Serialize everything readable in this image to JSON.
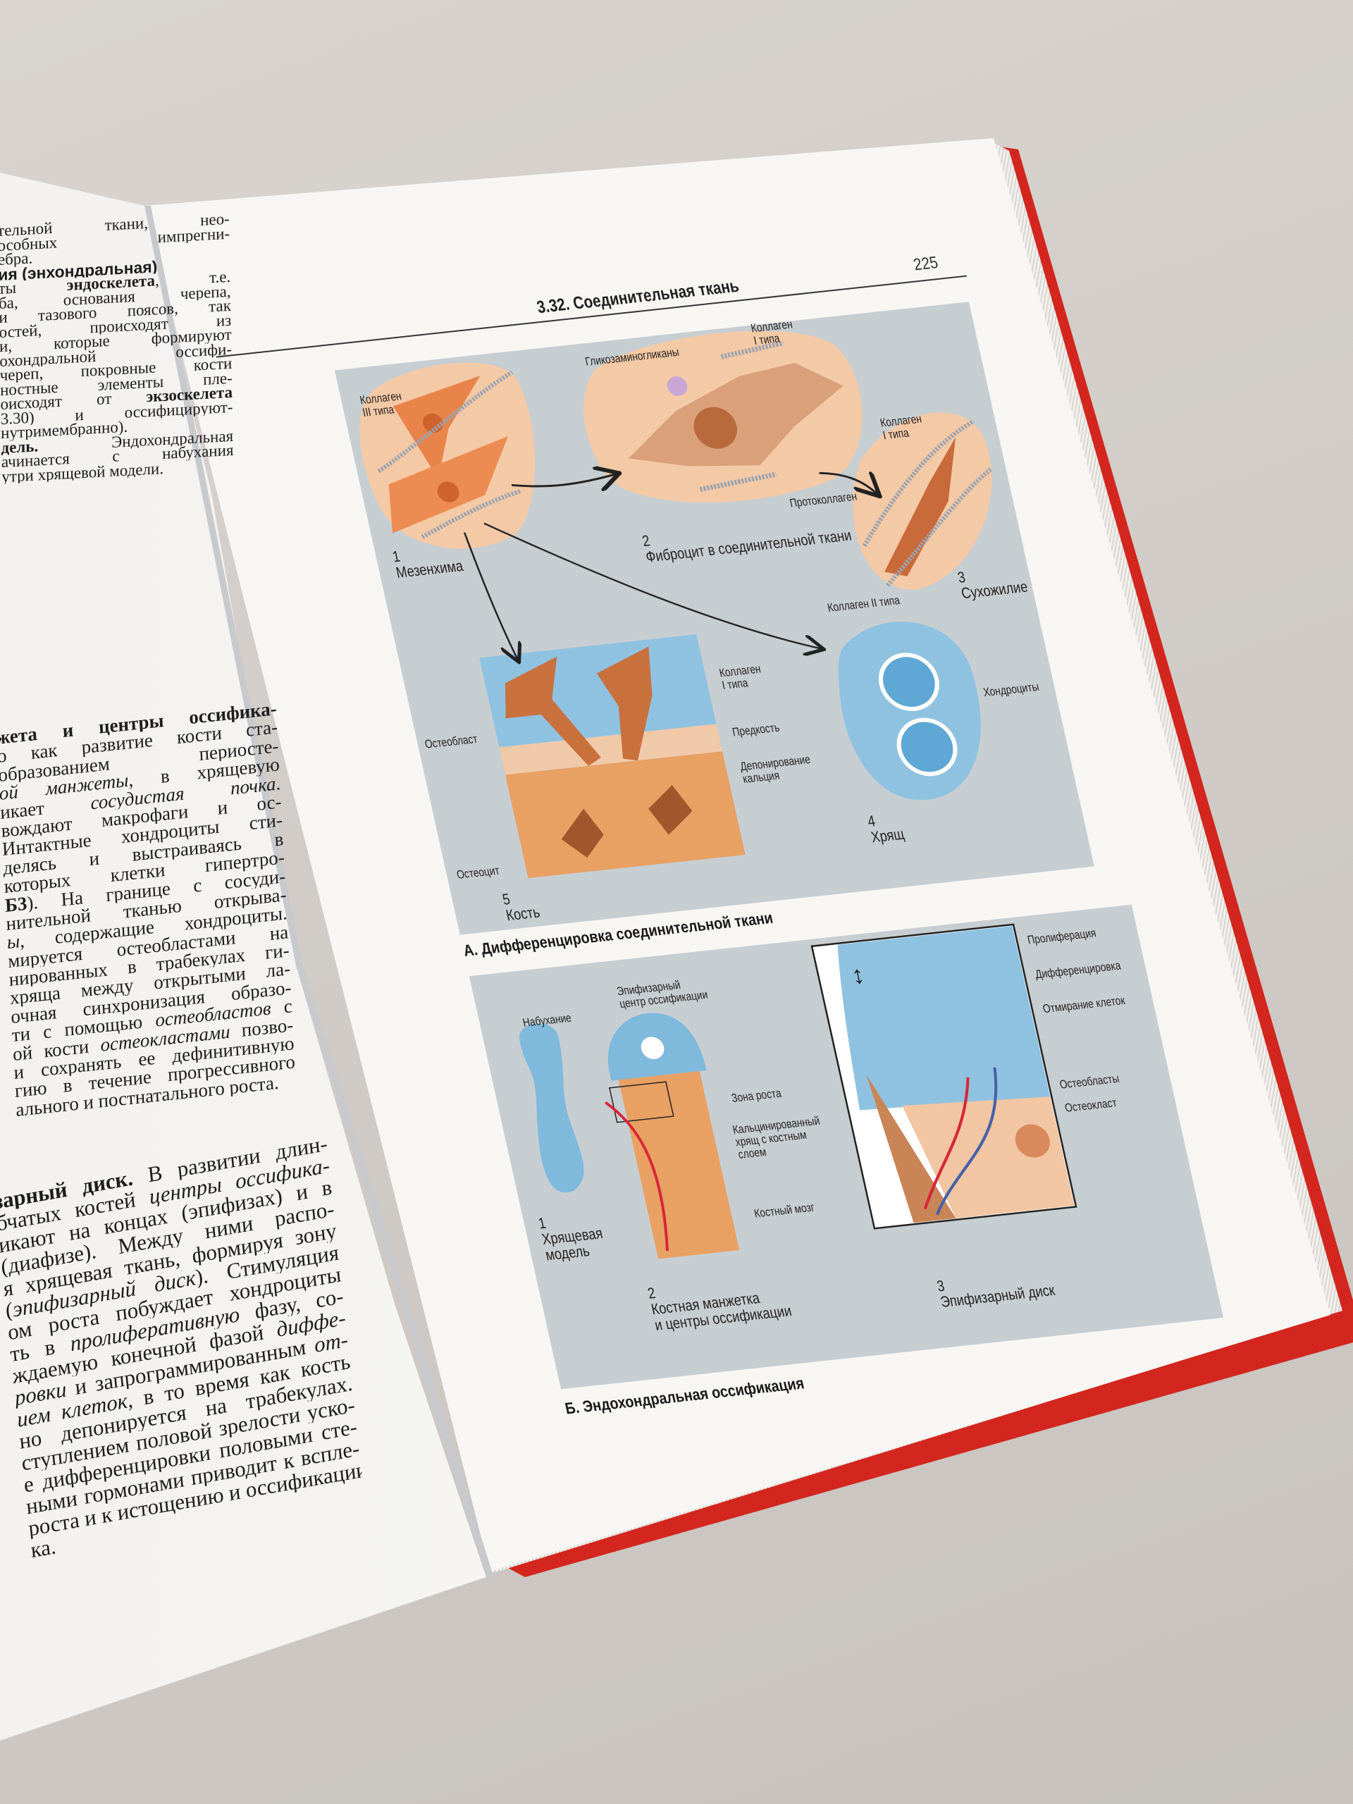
{
  "left_page": {
    "blockA": [
      [
        {
          "t": "тельной ткани, нео-"
        }
      ],
      [
        {
          "t": "особных импрегни-"
        }
      ],
      {
        "end": true,
        "segs": [
          {
            "t": "ебра."
          }
        ]
      },
      {
        "head": true,
        "end": true,
        "segs": [
          {
            "t": "ия (энхондральная)"
          }
        ]
      },
      [
        {
          "t": "ты "
        },
        {
          "t": "эндоскелета",
          "s": "b"
        },
        {
          "t": ", т.е."
        }
      ],
      [
        {
          "t": "ба, основания черепа,"
        }
      ],
      [
        {
          "t": "и тазового поясов, так"
        }
      ],
      [
        {
          "t": "остей, происходят из"
        }
      ],
      [
        {
          "t": "и, которые формируют"
        }
      ],
      [
        {
          "t": "охондральной оссифи-"
        }
      ],
      [
        {
          "t": "череп, покровные кости"
        }
      ],
      [
        {
          "t": "ностные элементы пле-"
        }
      ],
      [
        {
          "t": "оисходят от "
        },
        {
          "t": "экзоскелета",
          "s": "b"
        }
      ],
      [
        {
          "t": "3.30) и оссифицируют-"
        }
      ],
      {
        "end": true,
        "segs": [
          {
            "t": "нутримембранно)."
          }
        ]
      },
      [
        {
          "t": "дель.",
          "s": "b"
        },
        {
          "t": " Эндохондральная"
        }
      ],
      [
        {
          "t": "ачинается с набухания"
        }
      ],
      {
        "end": true,
        "segs": [
          {
            "t": "утри хрящевой модели."
          }
        ]
      }
    ],
    "blockB": [
      [
        {
          "t": "жета и центры оссифика-",
          "s": "b"
        }
      ],
      [
        {
          "t": "о как развитие кости ста-"
        }
      ],
      [
        {
          "t": "образованием периосте-"
        }
      ],
      [
        {
          "t": "ой манжеты",
          "s": "i"
        },
        {
          "t": ", в хрящевую"
        }
      ],
      [
        {
          "t": "икает "
        },
        {
          "t": "сосудистая почка",
          "s": "i"
        },
        {
          "t": "."
        }
      ],
      [
        {
          "t": "вождают макрофаги и ос-"
        }
      ],
      [
        {
          "t": "Интактные хондроциты сти-"
        }
      ],
      [
        {
          "t": "делясь и выстраиваясь в"
        }
      ],
      [
        {
          "t": "которых клетки гипертро-"
        }
      ],
      [
        {
          "t": "Б3",
          "s": "b"
        },
        {
          "t": "). На границе с сосуди-"
        }
      ],
      [
        {
          "t": "нительной тканью открыва-"
        }
      ],
      [
        {
          "t": "ы",
          "s": "i"
        },
        {
          "t": ", содержащие хондроциты."
        }
      ],
      [
        {
          "t": "мируется остеобластами на"
        }
      ],
      [
        {
          "t": "нированных в трабекулах ги-"
        }
      ],
      [
        {
          "t": "хряща между открытыми ла-"
        }
      ],
      [
        {
          "t": "очная синхронизация образо-"
        }
      ],
      [
        {
          "t": "ти с помощью "
        },
        {
          "t": "остеобластов",
          "s": "i"
        },
        {
          "t": " с"
        }
      ],
      [
        {
          "t": "ой кости "
        },
        {
          "t": "остеокластами",
          "s": "i"
        },
        {
          "t": " позво-"
        }
      ],
      [
        {
          "t": "и сохранять ее дефинитивную"
        }
      ],
      [
        {
          "t": "гию в течение прогрессивного"
        }
      ],
      {
        "end": true,
        "segs": [
          {
            "t": "ального и постнатального роста."
          }
        ]
      }
    ],
    "blockC": [
      [
        {
          "t": "зарный диск.",
          "s": "b"
        },
        {
          "t": " В развитии длин-"
        }
      ],
      [
        {
          "t": "бчатых костей "
        },
        {
          "t": "центры оссифика-",
          "s": "i"
        }
      ],
      [
        {
          "t": "икают на концах (эпифизах) и в"
        }
      ],
      [
        {
          "t": "(диафизе). Между ними распо-"
        }
      ],
      [
        {
          "t": "я хрящевая ткань, формируя зону"
        }
      ],
      [
        {
          "t": "(",
          "s": ""
        },
        {
          "t": "эпифизарный диск",
          "s": "i"
        },
        {
          "t": "). Стимуляция"
        }
      ],
      [
        {
          "t": "ом роста побуждает хондроциты"
        }
      ],
      [
        {
          "t": "ть в "
        },
        {
          "t": "пролиферативную",
          "s": "i"
        },
        {
          "t": " фазу, со-"
        }
      ],
      [
        {
          "t": "ждаемую конечной фазой "
        },
        {
          "t": "диффе-",
          "s": "i"
        }
      ],
      [
        {
          "t": "ровки",
          "s": "i"
        },
        {
          "t": " и запрограммированным "
        },
        {
          "t": "от-",
          "s": "i"
        }
      ],
      [
        {
          "t": "ием клеток",
          "s": "i"
        },
        {
          "t": ", в то время как кость"
        }
      ],
      [
        {
          "t": "но депонируется на трабекулах."
        }
      ],
      [
        {
          "t": "ступлением половой зрелости уско-"
        }
      ],
      [
        {
          "t": "е дифференцировки половыми сте-"
        }
      ],
      [
        {
          "t": "ными гормонами приводит к вспле-"
        }
      ],
      [
        {
          "t": "роста и к истощению и оссификации"
        }
      ],
      {
        "end": true,
        "segs": [
          {
            "t": "ка."
          }
        ]
      }
    ]
  },
  "right_page": {
    "header_title": "3.32. Соединительная ткань",
    "page_number": "225",
    "figure_a": {
      "caption": "А. Дифференцировка соединительной ткани",
      "labels": {
        "collagen3": [
          "Коллаген",
          "III типа"
        ],
        "num1": "1",
        "mesenchyme": "Мезенхима",
        "gag": "Гликозаминогликаны",
        "collagen1_a": [
          "Коллаген",
          "I типа"
        ],
        "procollagen": "Протоколлаген",
        "num2": "2",
        "fibrocyte": "Фиброцит в соединительной ткани",
        "collagen1_b": [
          "Коллаген",
          "I типа"
        ],
        "num3": "3",
        "tendon": "Сухожилие",
        "collagen2": "Коллаген II типа",
        "chondrocytes": "Хондроциты",
        "num4": "4",
        "cartilage": "Хрящ",
        "collagen1_c": [
          "Коллаген",
          "I типа"
        ],
        "prebone": "Предкость",
        "calcium": [
          "Депонирование",
          "кальция"
        ],
        "osteoblast": "Остеобласт",
        "osteocyte": "Остеоцит",
        "num5": "5",
        "bone": "Кость"
      }
    },
    "figure_b": {
      "caption": "Б. Эндохондральная оссификация",
      "labels": {
        "swelling": "Набухание",
        "num1": "1",
        "cartilage_model": [
          "Хрящевая",
          "модель"
        ],
        "epiphyseal_center": [
          "Эпифизарный",
          "центр оссификации"
        ],
        "growth_zone": "Зона роста",
        "calcified": [
          "Кальцинированный",
          "хрящ с костным",
          "слоем"
        ],
        "marrow": "Костный мозг",
        "num2": "2",
        "cuff": [
          "Костная манжетка",
          "и центры оссификации"
        ],
        "proliferation": "Пролиферация",
        "differentiation": "Дифференцировка",
        "cell_death": "Отмирание клеток",
        "osteoblasts": "Остеобласты",
        "osteoclast": "Остеокласт",
        "num3": "3",
        "disc": "Эпифизарный диск"
      }
    }
  },
  "colors": {
    "cover": "#d2261e",
    "panel": "#c7ced2",
    "peach": "#f4c9a6",
    "cell": "#e8834a",
    "cartilage": "#7fb9dc"
  }
}
